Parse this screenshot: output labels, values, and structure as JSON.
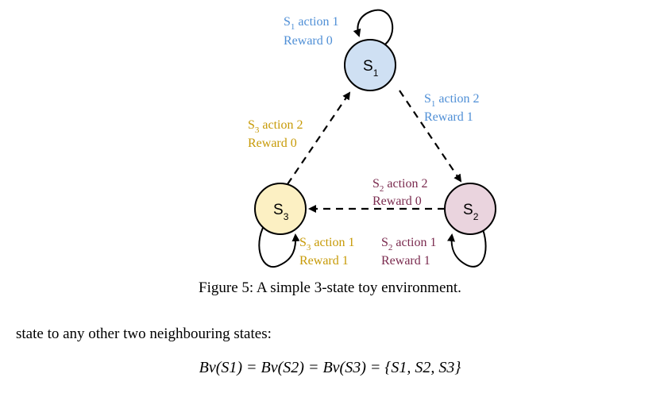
{
  "figure": {
    "nodes": [
      {
        "letter": "S",
        "sub": "1",
        "fill": "#cfe0f3"
      },
      {
        "letter": "S",
        "sub": "2",
        "fill": "#ead4de"
      },
      {
        "letter": "S",
        "sub": "3",
        "fill": "#fcf0c3"
      }
    ],
    "labels": {
      "s1_a1": {
        "s": "S",
        "sub": "1",
        "text": " action 1",
        "reward": "Reward 0"
      },
      "s1_a2": {
        "s": "S",
        "sub": "1",
        "text": " action 2",
        "reward": "Reward 1"
      },
      "s3_a2": {
        "s": "S",
        "sub": "3",
        "text": " action 2",
        "reward": "Reward 0"
      },
      "s2_a2": {
        "s": "S",
        "sub": "2",
        "text": " action 2",
        "reward": "Reward 0"
      },
      "s3_a1": {
        "s": "S",
        "sub": "3",
        "text": " action 1",
        "reward": "Reward 1"
      },
      "s2_a1": {
        "s": "S",
        "sub": "2",
        "text": " action 1",
        "reward": "Reward 1"
      }
    },
    "colors": {
      "s1": "#4f8fd6",
      "s2": "#7a2a4e",
      "s3": "#c79a06"
    },
    "caption": "Figure 5: A simple 3-state toy environment."
  },
  "body_text": "state to any other two neighbouring states:",
  "equation": "Bν(S1) = Bν(S2) = Bν(S3) = {S1, S2, S3}"
}
